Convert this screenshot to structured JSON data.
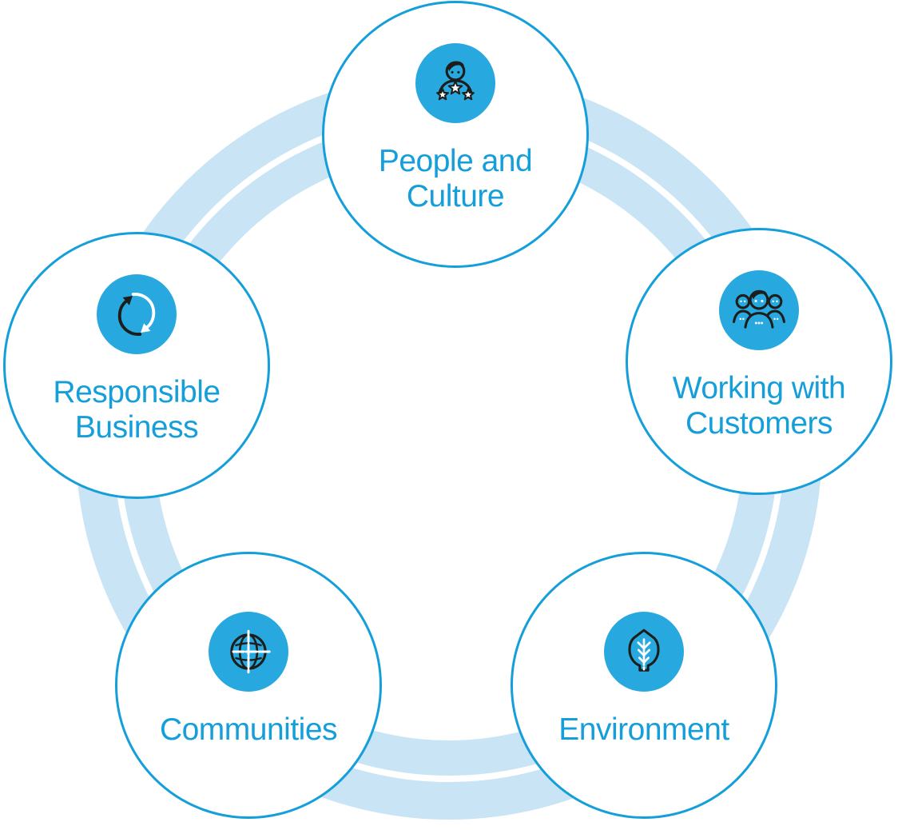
{
  "diagram": {
    "type": "hub-and-spoke-pentagon",
    "colors": {
      "accent": "#149EDA",
      "badge_fill": "#27A9DF",
      "ring_band": "#C8E4F5",
      "ring_divider": "#FFFFFF",
      "icon_stroke": "#1D1D1B",
      "background": "#FFFFFF"
    },
    "nodes": [
      {
        "label": "People and Culture",
        "icon": "person-with-stars-icon",
        "position": "top"
      },
      {
        "label": "Working with Customers",
        "icon": "people-group-icon",
        "position": "right"
      },
      {
        "label": "Environment",
        "icon": "leaf-icon",
        "position": "bottom-right"
      },
      {
        "label": "Communities",
        "icon": "globe-icon",
        "position": "bottom-left"
      },
      {
        "label": "Responsible Business",
        "icon": "circular-arrows-icon",
        "position": "left"
      }
    ]
  }
}
